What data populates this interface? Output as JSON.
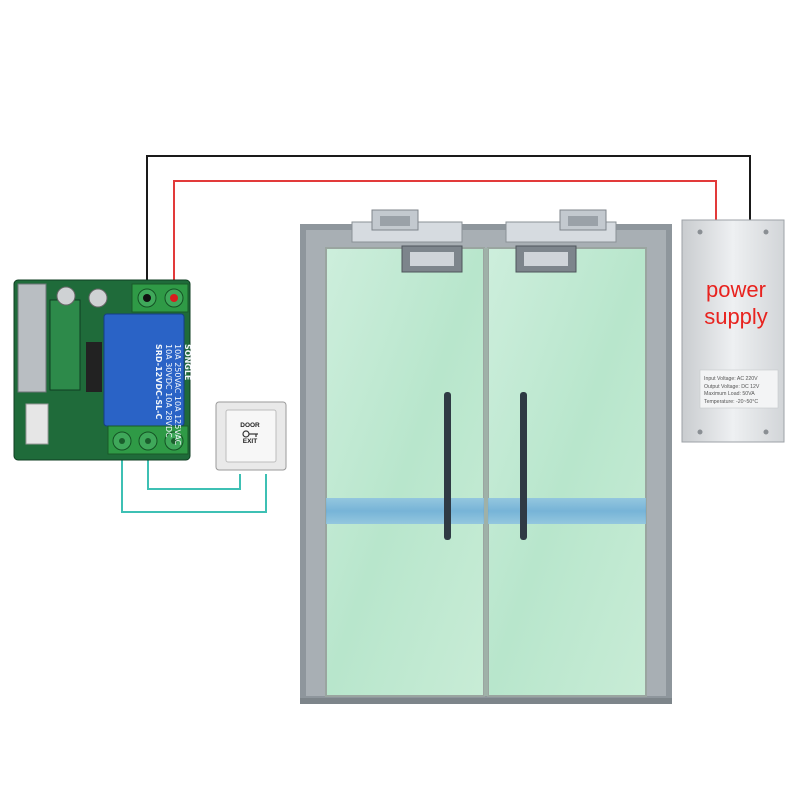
{
  "power_supply": {
    "title_line1": "power",
    "title_line2": "supply",
    "specs": [
      "Input Voltage: AC 220V",
      "Output Voltage: DC 12V",
      "Maximum Load: 50VA",
      "Temperature: -20~50°C"
    ]
  },
  "exit_button": {
    "line1": "DOOR",
    "line2": "EXIT"
  },
  "relay": {
    "brand": "SONGLE",
    "ratings": [
      "10A 250VAC 10A 125VAC",
      "10A 30VDC 10A 28VDC",
      "SRD-12VDC-SL-C"
    ]
  },
  "colors": {
    "wire_black": "#1a1a1a",
    "wire_red": "#e23a3a",
    "wire_teal": "#3ec0b4",
    "glass": "#bfe8d0",
    "frame": "#8e969c",
    "relay_blue": "#2a63c6",
    "pcb": "#1f6b3a"
  }
}
